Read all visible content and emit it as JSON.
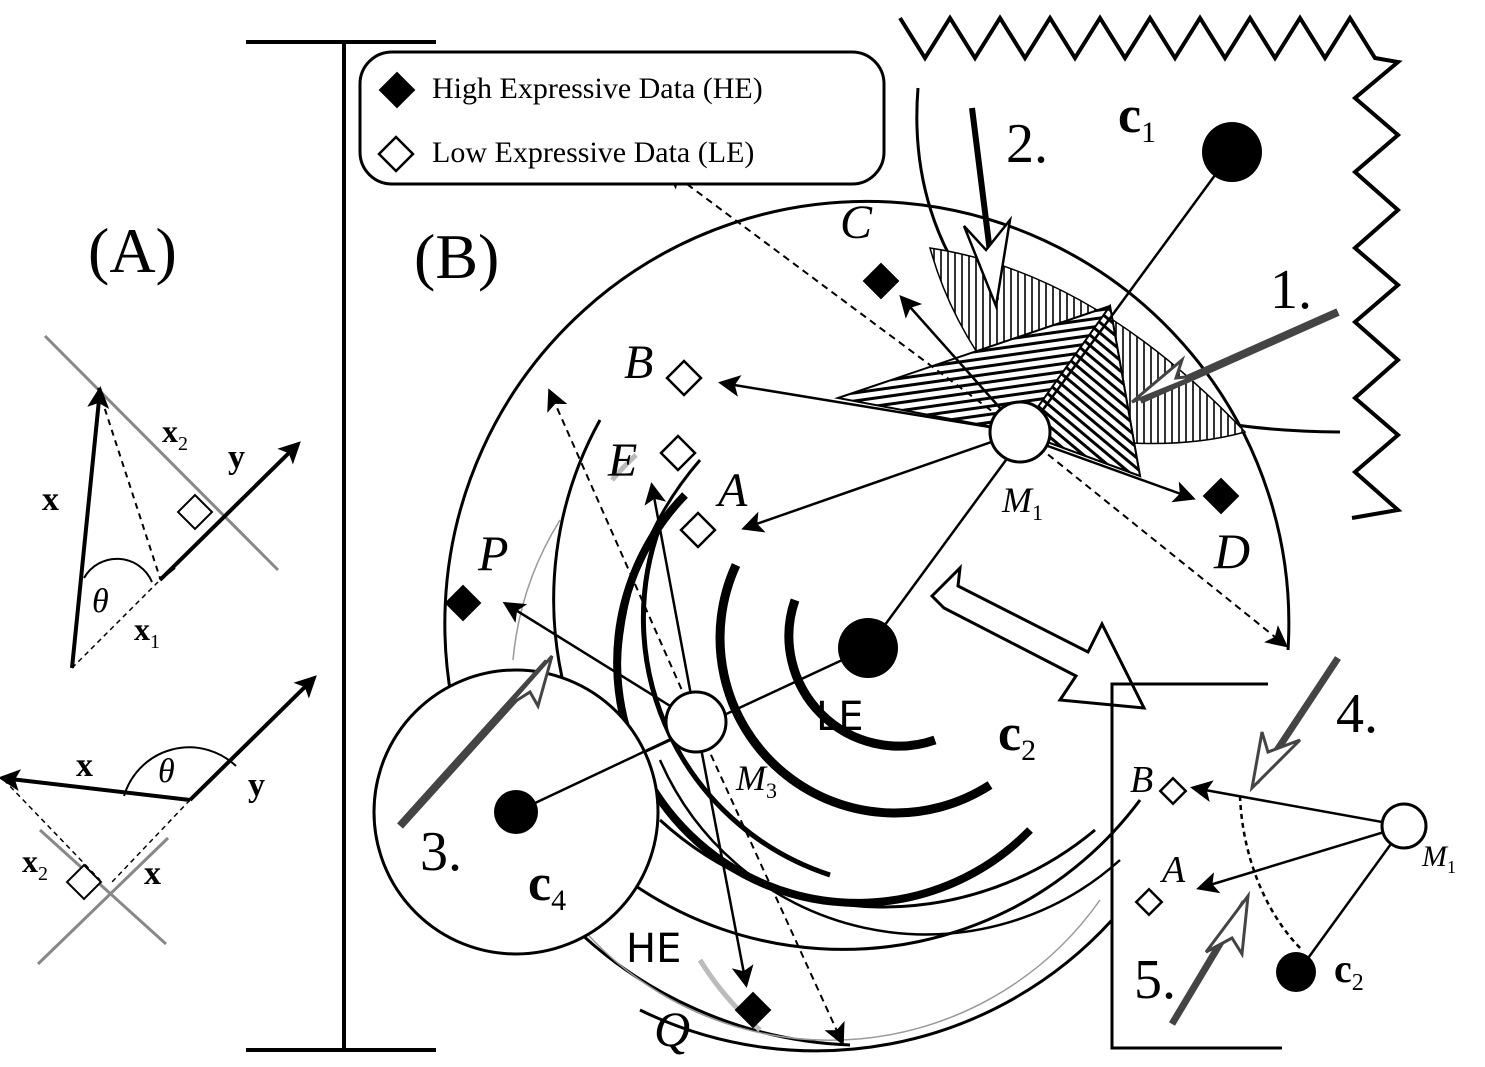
{
  "legend": {
    "he_label": "High Expressive Data (HE)",
    "le_label": "Low Expressive Data (LE)"
  },
  "panel_a": {
    "title": "(A)",
    "x": "x",
    "y": "y",
    "x1": "x",
    "x1_sub": "1",
    "x2": "x",
    "x2_sub": "2",
    "theta": "θ"
  },
  "panel_b": {
    "title": "(B)",
    "points": {
      "A": "A",
      "B": "B",
      "C": "C",
      "D": "D",
      "E": "E",
      "P": "P",
      "Q": "Q"
    },
    "M1": "M",
    "M1_sub": "1",
    "M3": "M",
    "M3_sub": "3",
    "c1": "c",
    "c1_sub": "1",
    "c2": "c",
    "c2_sub": "2",
    "c4": "c",
    "c4_sub": "4",
    "LE": "LE",
    "HE": "HE",
    "steps": [
      "1.",
      "2.",
      "3.",
      "4.",
      "5."
    ]
  },
  "inset": {
    "B": "B",
    "A": "A",
    "M1": "M",
    "M1_sub": "1",
    "c2": "c",
    "c2_sub": "2"
  },
  "colors": {
    "ink": "#000000",
    "gray_arrow": "#444444",
    "gray_line": "#888888",
    "light_gray": "#bbbbbb"
  }
}
